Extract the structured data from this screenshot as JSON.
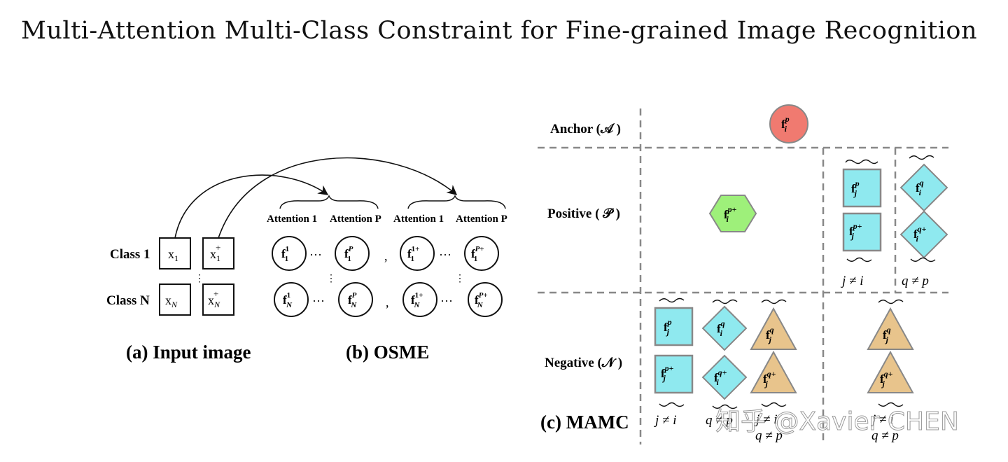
{
  "title": "Multi-Attention Multi-Class Constraint for Fine-grained Image Recognition",
  "panel_a": {
    "class_1": "Class 1",
    "class_n": "Class N",
    "caption": "(a) Input image"
  },
  "panel_b": {
    "attention_1": "Attention 1",
    "attention_p": "Attention P",
    "caption": "(b) OSME"
  },
  "panel_c": {
    "anchor_label": "Anchor (𝒜 )",
    "positive_label": "Positive ( 𝒫 )",
    "negative_label": "Negative (𝒩 )",
    "caption": "(c) MAMC",
    "j_neq_i": "j ≠ i",
    "q_neq_p": "q ≠ p"
  },
  "colors": {
    "anchor": "#f07a70",
    "positive_hex": "#9ef07a",
    "cyan": "#8fe9ef",
    "tan": "#e8c48c",
    "dash": "#888888"
  },
  "watermark": "知乎 @Xavier CHEN"
}
